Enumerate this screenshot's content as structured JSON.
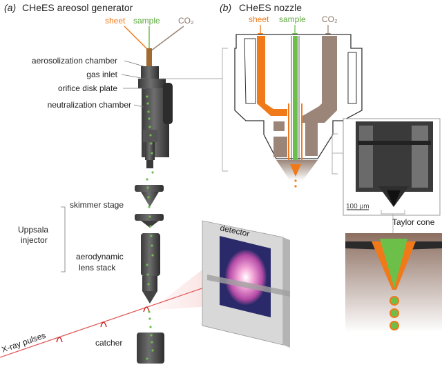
{
  "panel_a": {
    "tag": "(a)",
    "title": "CHeES areosol generator",
    "inputs": {
      "sheet": "sheet",
      "sample": "sample",
      "co2": "CO₂"
    },
    "labels": {
      "aerosolization_chamber": "aerosolization chamber",
      "gas_inlet": "gas inlet",
      "orifice_disk_plate": "orifice disk plate",
      "neutralization_chamber": "neutralization chamber",
      "skimmer_stage": "skimmer stage",
      "injector_line1": "Uppsala",
      "injector_line2": "injector",
      "lens_line1": "aerodynamic",
      "lens_line2": "lens stack",
      "xray": "X-ray pulses",
      "detector": "detector",
      "catcher": "catcher"
    }
  },
  "panel_b": {
    "tag": "(b)",
    "title": "CHeES nozzle",
    "inputs": {
      "sheet": "sheet",
      "sample": "sample",
      "co2": "CO₂"
    },
    "scalebar": "100 µm",
    "taylor_cone": "Taylor cone"
  },
  "colors": {
    "sheet": "#f07a1a",
    "sample": "#6cc04a",
    "co2": "#9b8579",
    "device": "#4a4a4a",
    "xray": "#e05a5a"
  }
}
